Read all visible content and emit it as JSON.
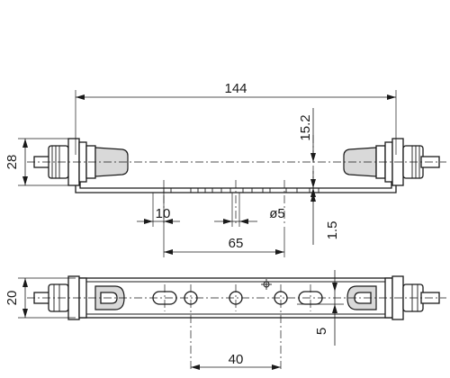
{
  "dimensions": {
    "overall_length": "144",
    "height_front": "28",
    "rail_offset": "15.2",
    "slot_width": "10",
    "hole_diameter": "ø5",
    "material_thickness": "1.5",
    "slot_span": "65",
    "height_top": "20",
    "hole_pitch": "40",
    "slot_offset": "5"
  },
  "colors": {
    "line": "#1a1a1a",
    "shade": "#d9d9d9",
    "background": "#ffffff"
  }
}
